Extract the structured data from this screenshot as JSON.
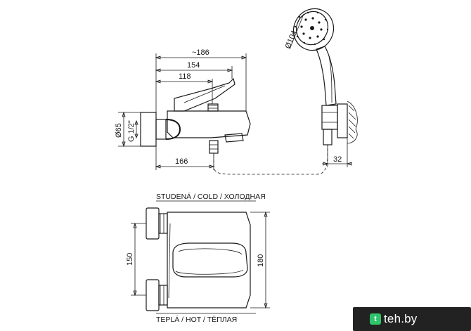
{
  "dimensions": {
    "overall_length": "~186",
    "length_154": "154",
    "length_118": "118",
    "bottom_166": "166",
    "holder_32": "32",
    "diameter_65": "Ø65",
    "thread": "G 1/2\"",
    "head_diameter": "Ø104",
    "spacing_150": "150",
    "height_180": "180"
  },
  "labels": {
    "cold": "STUDENÁ / COLD / ХОЛОДНАЯ",
    "hot": "TEPLÁ / HOT / ТЁПЛАЯ"
  },
  "watermark": {
    "logo": "t",
    "text": "teh.by"
  }
}
